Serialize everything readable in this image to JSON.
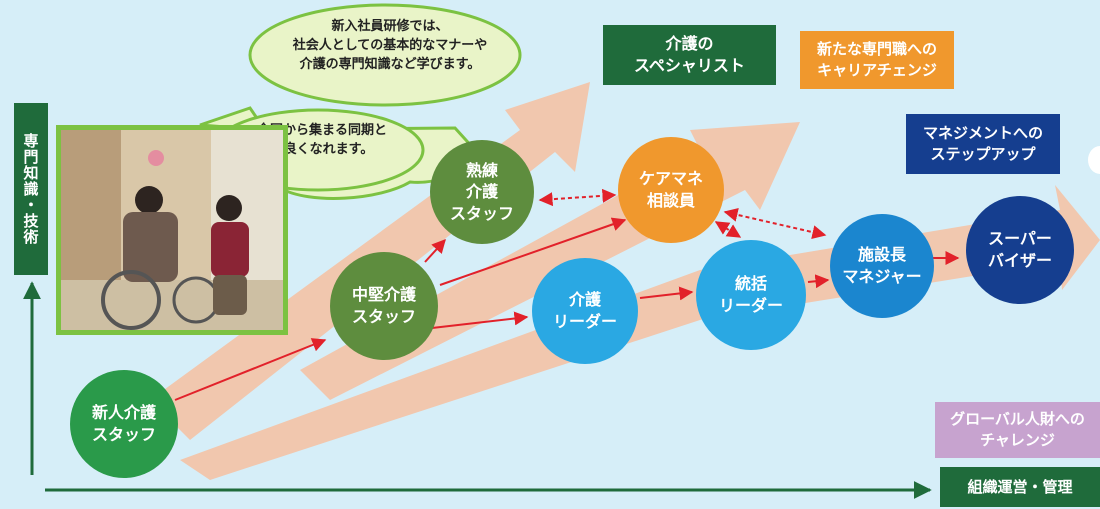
{
  "colors": {
    "background": "#d6eef8",
    "arrow_band": "#f4c3a6",
    "dark_green": "#1f6b3b",
    "green": "#2a9a4a",
    "olive_green": "#5e8d3e",
    "orange": "#f0982d",
    "light_blue": "#2aa8e3",
    "blue": "#1b86cf",
    "navy": "#153e8f",
    "purple": "#c7a3cf",
    "red_arrow": "#e2212a"
  },
  "axis": {
    "vertical_label": "専門知識・技術",
    "horizontal_label": "組織運営・管理"
  },
  "bubble": {
    "line1": "新入社員研修では、\n社会人としての基本的なマナーや\n介護の専門知識など学びます。",
    "line2": "全国から集まる同期と\n仲良くなれます。"
  },
  "photo": {
    "description_icon": "photo-caregiver-wheelchair"
  },
  "nodes": {
    "new_staff": "新人介護\nスタッフ",
    "mid_staff": "中堅介護\nスタッフ",
    "skilled_staff": "熟練\n介護\nスタッフ",
    "care_manager": "ケアマネ\n相談員",
    "care_leader": "介護\nリーダー",
    "general_leader": "統括\nリーダー",
    "facility_manager": "施設長\nマネジャー",
    "supervisor": "スーパー\nバイザー"
  },
  "goals": {
    "specialist": "介護の\nスペシャリスト",
    "career_change": "新たな専門職への\nキャリアチェンジ",
    "management": "マネジメントへの\nステップアップ",
    "global": "グローバル人財への\nチャレンジ"
  }
}
